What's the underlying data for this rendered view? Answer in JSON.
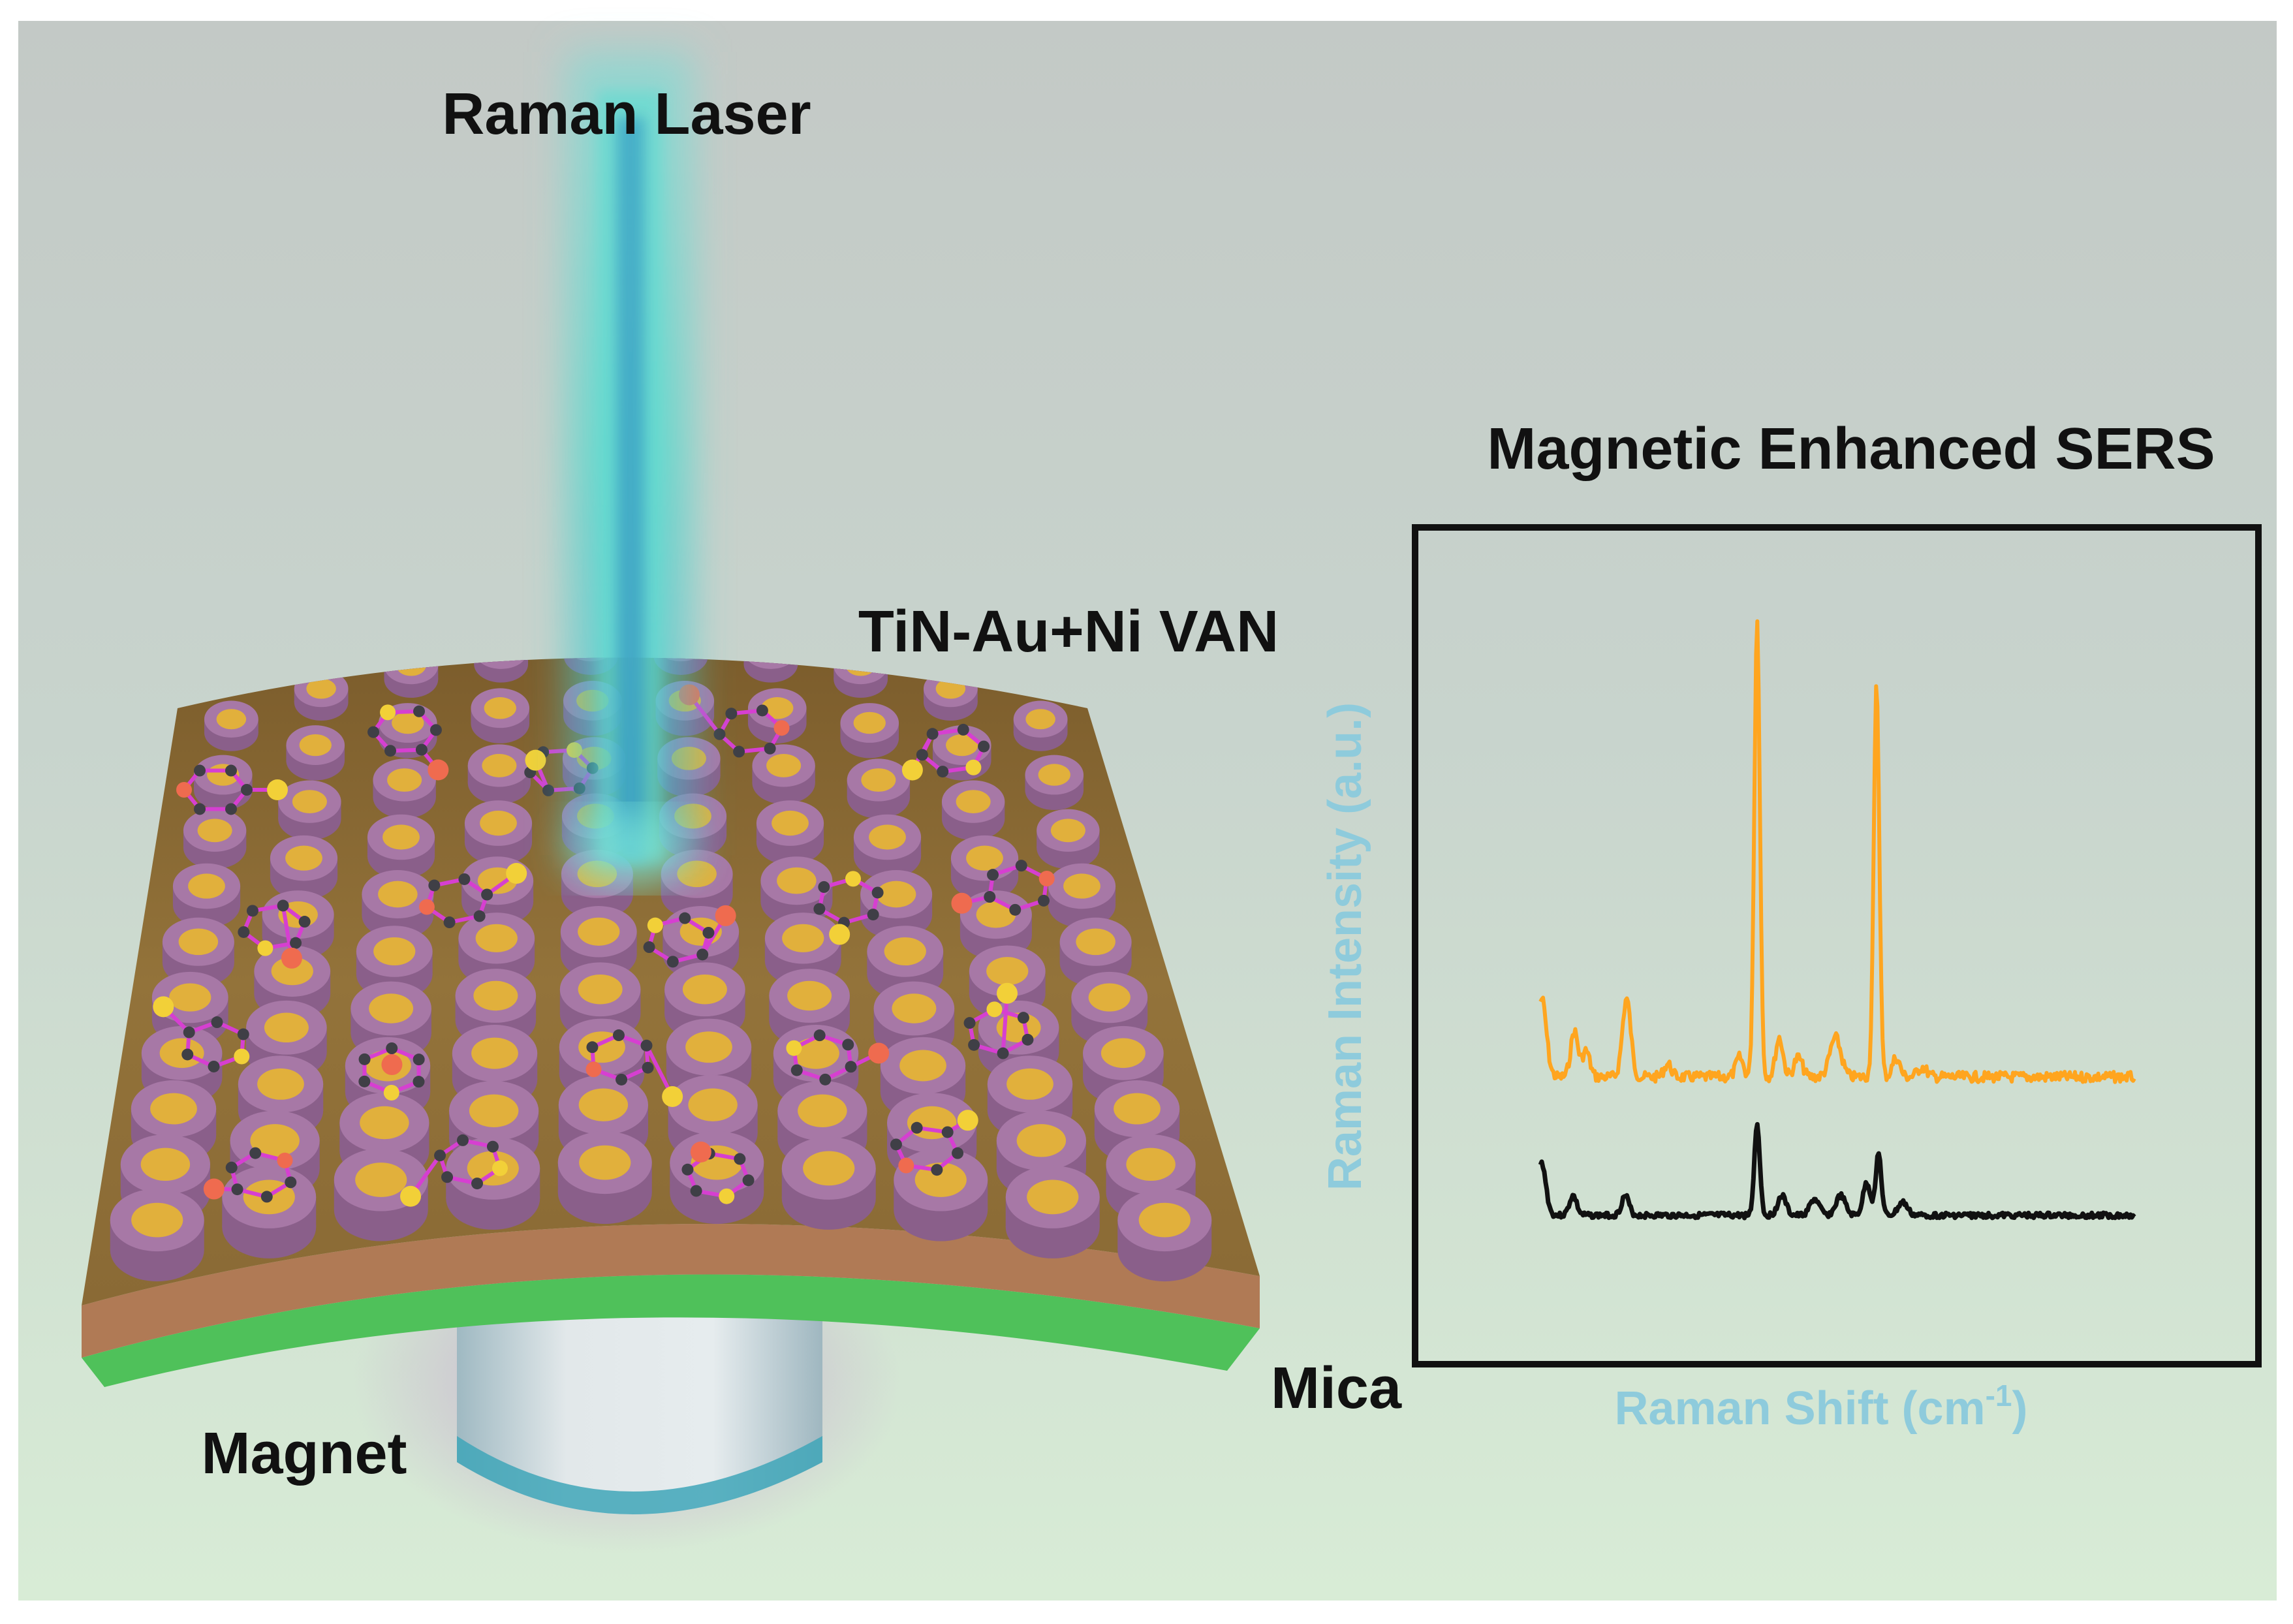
{
  "labels": {
    "laser": "Raman Laser",
    "film": "TiN-Au+Ni VAN",
    "substrate": "Mica",
    "magnet": "Magnet"
  },
  "spectrum": {
    "title": "Magnetic Enhanced SERS",
    "xlabel_main": "Raman Shift (cm",
    "xlabel_sup": "-1",
    "xlabel_end": ")",
    "ylabel": "Raman Intensity (a.u.)"
  },
  "colors": {
    "background_top": "#c3c9c6",
    "background_bottom": "#d8ecd6",
    "laser": "#4fd6cf",
    "film": "#8a6a33",
    "pillar": "#a778a6",
    "pillar_core": "#e1b03c",
    "substrate": "#4fc15a",
    "magnet": "#d6dfe4",
    "spectrum_enhanced": "#ffa51f",
    "spectrum_reference": "#111111",
    "axis_label": "#8ecbdc"
  },
  "icons": {
    "molecule": "molecule-icon",
    "laser": "laser-beam-icon",
    "magnet": "magnet-cylinder-icon"
  }
}
